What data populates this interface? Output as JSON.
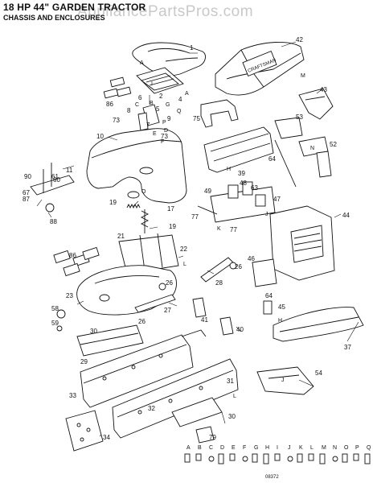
{
  "header": {
    "title": "18 HP 44\" GARDEN TRACTOR",
    "subtitle": "CHASSIS AND ENCLOSURES",
    "watermark": "AppliancePartsPros.com"
  },
  "decal_text": "CRAFTSMAN",
  "footer_code": "08372",
  "part_numbers": [
    "1",
    "2",
    "4",
    "5",
    "6",
    "7",
    "8",
    "9",
    "10",
    "11",
    "17",
    "19",
    "21",
    "22",
    "23",
    "26",
    "27",
    "28",
    "29",
    "30",
    "31",
    "32",
    "33",
    "34",
    "37",
    "39",
    "40",
    "41",
    "42",
    "43",
    "44",
    "45",
    "46",
    "47",
    "48",
    "49",
    "52",
    "53",
    "54",
    "58",
    "59",
    "60",
    "61",
    "63",
    "64",
    "67",
    "73",
    "75",
    "77",
    "79",
    "86",
    "87",
    "88",
    "90"
  ],
  "point_labels": [
    "A",
    "B",
    "C",
    "D",
    "E",
    "F",
    "G",
    "H",
    "I",
    "J",
    "K",
    "L",
    "M",
    "N",
    "O",
    "P",
    "Q"
  ],
  "fastener_key": [
    "A",
    "B",
    "C",
    "D",
    "E",
    "F",
    "G",
    "H",
    "I",
    "J",
    "K",
    "L",
    "M",
    "N",
    "O",
    "P",
    "Q"
  ]
}
